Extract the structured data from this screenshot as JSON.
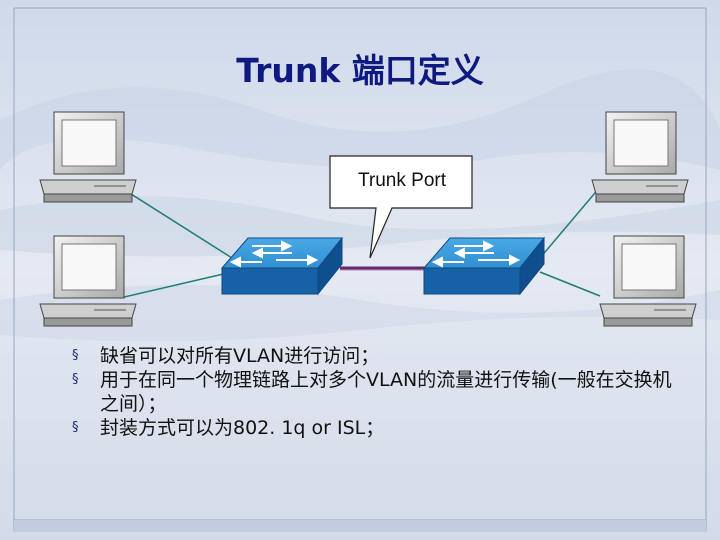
{
  "title": "Trunk 端口定义",
  "callout": {
    "label": "Trunk Port"
  },
  "bullets": [
    {
      "mark": "§",
      "text": "缺省可以对所有VLAN进行访问；"
    },
    {
      "mark": "§",
      "text": "用于在同一个物理链路上对多个VLAN的流量进行传输(一般在交换机之间）；"
    },
    {
      "mark": "§",
      "text": "封装方式可以为802. 1q or ISL；"
    }
  ],
  "icons": {
    "computers": [
      "computer-icon",
      "computer-icon",
      "computer-icon",
      "computer-icon"
    ],
    "switches": [
      "switch-icon",
      "switch-icon"
    ]
  },
  "colors": {
    "title": "#0f1a80",
    "switch_top": "#2f8fd0",
    "switch_front": "#1761a6",
    "trunk_link": "#6b2a6e",
    "access_link": "#1e7e74"
  }
}
